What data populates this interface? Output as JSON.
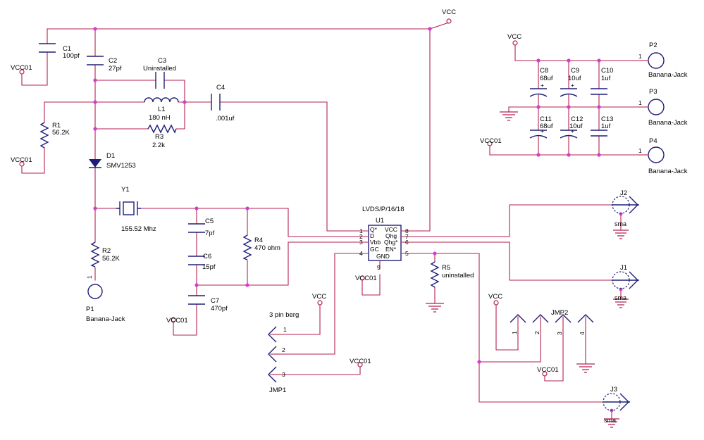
{
  "power": {
    "vcc": "VCC",
    "vcc01": "VCC01"
  },
  "components": {
    "c1": {
      "ref": "C1",
      "value": "100pf"
    },
    "c2": {
      "ref": "C2",
      "value": "27pf"
    },
    "c3": {
      "ref": "C3",
      "value": "Uninstalled"
    },
    "c4": {
      "ref": "C4",
      "value": ".001uf"
    },
    "l1": {
      "ref": "L1",
      "value": "180 nH"
    },
    "r3": {
      "ref": "R3",
      "value": "2.2k"
    },
    "r1": {
      "ref": "R1",
      "value": "56.2K"
    },
    "d1": {
      "ref": "D1",
      "value": "SMV1253"
    },
    "y1": {
      "ref": "Y1",
      "value": "155.52 Mhz"
    },
    "r2": {
      "ref": "R2",
      "value": "56.2K"
    },
    "p1": {
      "ref": "P1",
      "value": "Banana-Jack",
      "pin": "1"
    },
    "c5": {
      "ref": "C5",
      "value": "7pf"
    },
    "c6": {
      "ref": "C6",
      "value": "15pf"
    },
    "c7": {
      "ref": "C7",
      "value": "470pf"
    },
    "r4": {
      "ref": "R4",
      "value": "470 ohm"
    },
    "r5": {
      "ref": "R5",
      "value": "uninstalled"
    },
    "c8": {
      "ref": "C8",
      "value": "68uf"
    },
    "c9": {
      "ref": "C9",
      "value": "10uf"
    },
    "c10": {
      "ref": "C10",
      "value": "1uf"
    },
    "c11": {
      "ref": "C11",
      "value": "68uf"
    },
    "c12": {
      "ref": "C12",
      "value": "10uf"
    },
    "c13": {
      "ref": "C13",
      "value": "1uf"
    },
    "p2": {
      "ref": "P2",
      "value": "Banana-Jack",
      "pin": "1"
    },
    "p3": {
      "ref": "P3",
      "value": "Banana-Jack",
      "pin": "1"
    },
    "p4": {
      "ref": "P4",
      "value": "Banana-Jack",
      "pin": "1"
    },
    "j1": {
      "ref": "J1",
      "value": "sma"
    },
    "j2": {
      "ref": "J2",
      "value": "sma"
    },
    "j3": {
      "ref": "J3",
      "value": "sma"
    },
    "jmp1": {
      "ref": "JMP1",
      "value": "3 pin berg",
      "pins": [
        "1",
        "2",
        "3"
      ]
    },
    "jmp2": {
      "ref": "JMP2",
      "pins": [
        "1",
        "2",
        "3",
        "4"
      ]
    }
  },
  "u1": {
    "part": "LVDS/P/16/18",
    "ref": "U1",
    "left_pins": [
      {
        "num": "1",
        "name": "Q*"
      },
      {
        "num": "2",
        "name": "D"
      },
      {
        "num": "3",
        "name": "Vbb"
      },
      {
        "num": "4",
        "name": "GC"
      }
    ],
    "right_pins": [
      {
        "num": "8",
        "name": "VCC"
      },
      {
        "num": "7",
        "name": "Qhg"
      },
      {
        "num": "6",
        "name": "Qhg*"
      },
      {
        "num": "5",
        "name": "EN*"
      }
    ],
    "bottom_pin": {
      "num": "9",
      "name": "GND"
    }
  },
  "polarity_mark": "+"
}
